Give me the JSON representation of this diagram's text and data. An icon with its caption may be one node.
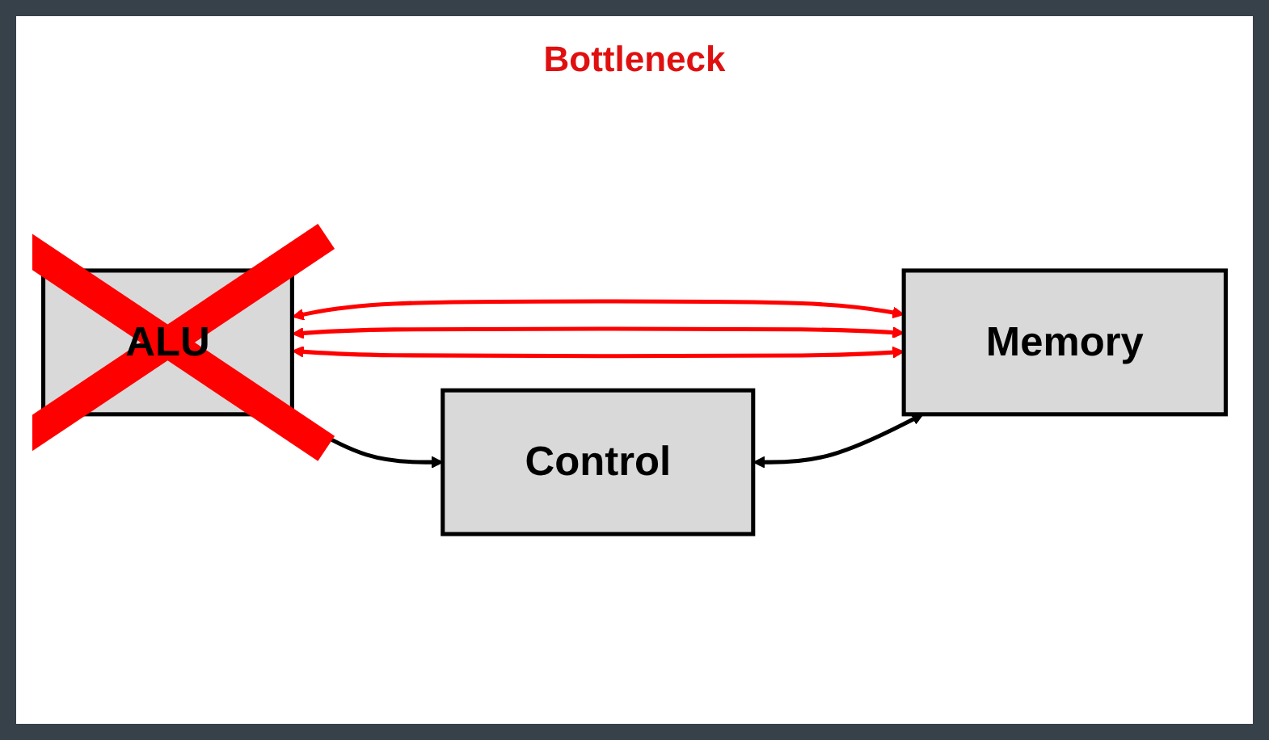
{
  "diagram": {
    "nodes": [
      {
        "text": [
          "ALU"
        ]
      },
      {
        "text": [
          "Memory"
        ]
      },
      {
        "text": [
          "Control"
        ]
      }
    ],
    "edges": [
      {
        "from": 0,
        "to": 1,
        "arrow": "both",
        "color": "#ff0000"
      },
      {
        "from": 0,
        "to": 1,
        "arrow": "both",
        "color": "#ff0000"
      },
      {
        "from": 0,
        "to": 1,
        "arrow": "both",
        "color": "#ff0000"
      },
      {
        "from": 0,
        "to": 2,
        "arrow": "both",
        "color": "#000000"
      },
      {
        "from": 2,
        "to": 1,
        "arrow": "both",
        "color": "#000000"
      }
    ],
    "labels": [
      "Bottleneck"
    ]
  }
}
